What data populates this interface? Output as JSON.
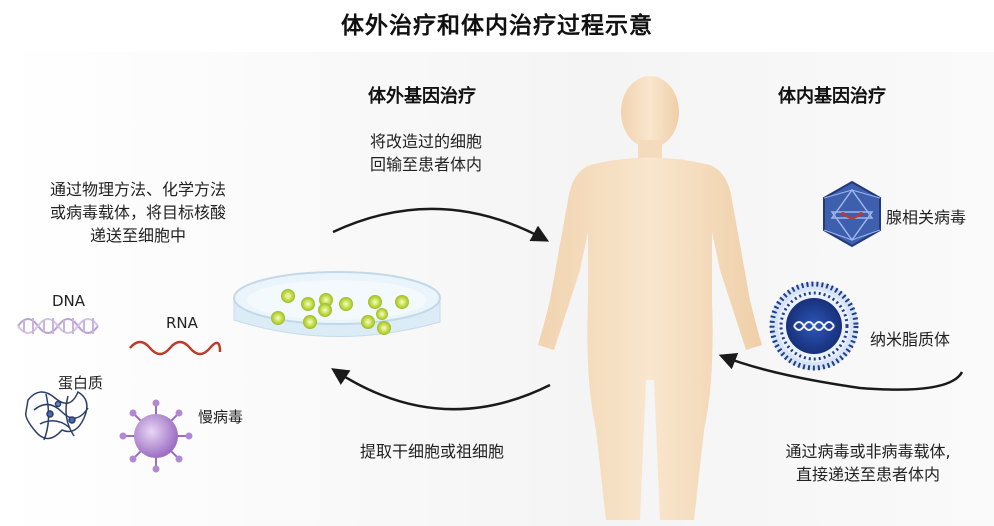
{
  "title": "体外治疗和体内治疗过程示意",
  "ex_vivo": {
    "heading": "体外基因治疗",
    "return_note": [
      "将改造过的细胞",
      "回输至患者体内"
    ],
    "delivery_note": [
      "通过物理方法、化学方法",
      "或病毒载体，将目标核酸",
      "递送至细胞中"
    ],
    "extract_note": "提取干细胞或祖细胞",
    "molecules": {
      "dna": "DNA",
      "rna": "RNA",
      "protein": "蛋白质",
      "lentivirus": "慢病毒"
    }
  },
  "in_vivo": {
    "heading": "体内基因治疗",
    "aav": "腺相关病毒",
    "lnp": "纳米脂质体",
    "delivery_note": [
      "通过病毒或非病毒载体,",
      "直接递送至患者体内"
    ]
  },
  "colors": {
    "arrow": "#1a1a1a",
    "body": "#f6dfc2",
    "dish": "#d6e9f6",
    "cell": "#b8d838",
    "aav": "#2f4f9a",
    "lnp": "#1f3e8c",
    "dna": "#b9a0d6",
    "rna": "#c0392b",
    "virus": "#a77bc9"
  }
}
